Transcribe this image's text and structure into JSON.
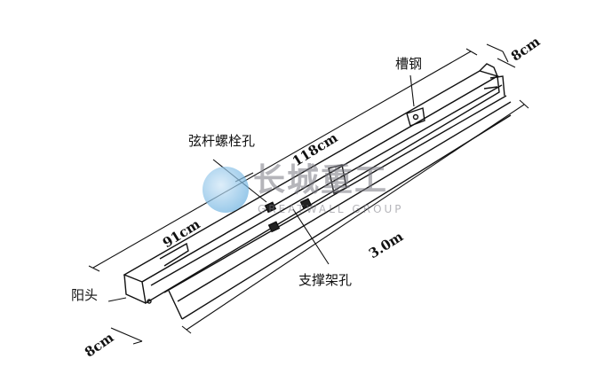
{
  "labels": {
    "channel_steel": "槽钢",
    "chord_bolt_hole": "弦杆螺栓孔",
    "support_frame_hole": "支撑架孔",
    "male_end": "阳头"
  },
  "dimensions": {
    "top_width": "8cm",
    "length_118": "118cm",
    "length_91": "91cm",
    "length_total": "3.0m",
    "bottom_width": "8cm"
  },
  "watermark": {
    "name_cn": "长城重工",
    "name_en": "GREATWALL GROUP",
    "color": "#4a9fd8"
  }
}
